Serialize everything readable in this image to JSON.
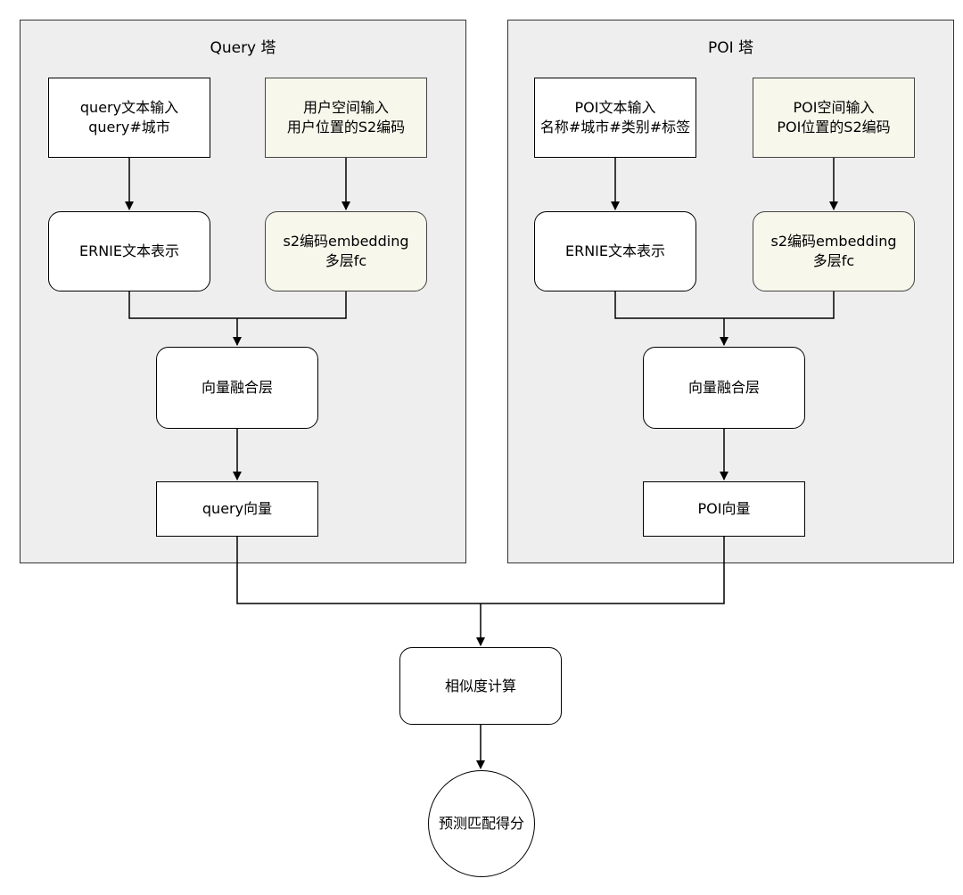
{
  "towers": {
    "query": {
      "title": "Query 塔",
      "text_input": {
        "line1": "query文本输入",
        "line2": "query#城市"
      },
      "spatial_input": {
        "line1": "用户空间输入",
        "line2": "用户位置的S2编码"
      },
      "text_repr": "ERNIE文本表示",
      "s2_embedding": {
        "line1": "s2编码embedding",
        "line2": "多层fc"
      },
      "fusion": "向量融合层",
      "vector": "query向量"
    },
    "poi": {
      "title": "POI 塔",
      "text_input": {
        "line1": "POI文本输入",
        "line2": "名称#城市#类别#标签"
      },
      "spatial_input": {
        "line1": "POI空间输入",
        "line2": "POI位置的S2编码"
      },
      "text_repr": "ERNIE文本表示",
      "s2_embedding": {
        "line1": "s2编码embedding",
        "line2": "多层fc"
      },
      "fusion": "向量融合层",
      "vector": "POI向量"
    }
  },
  "similarity": "相似度计算",
  "score": "预测匹配得分"
}
